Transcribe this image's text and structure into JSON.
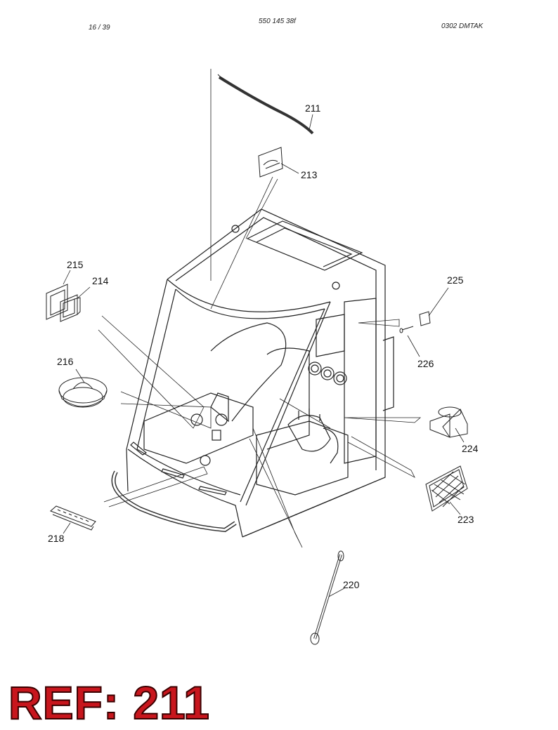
{
  "header": {
    "page": "16 / 39",
    "document_number": "550 145 38f",
    "revision": "0302   DMTAK"
  },
  "parts": [
    {
      "label": "211"
    },
    {
      "label": "213"
    },
    {
      "label": "214"
    },
    {
      "label": "215"
    },
    {
      "label": "216"
    },
    {
      "label": "218"
    },
    {
      "label": "220"
    },
    {
      "label": "223"
    },
    {
      "label": "224"
    },
    {
      "label": "225"
    },
    {
      "label": "226"
    }
  ],
  "reference": "REF: 211",
  "colors": {
    "reference_text": "#c8161d",
    "line_art": "#222222"
  }
}
